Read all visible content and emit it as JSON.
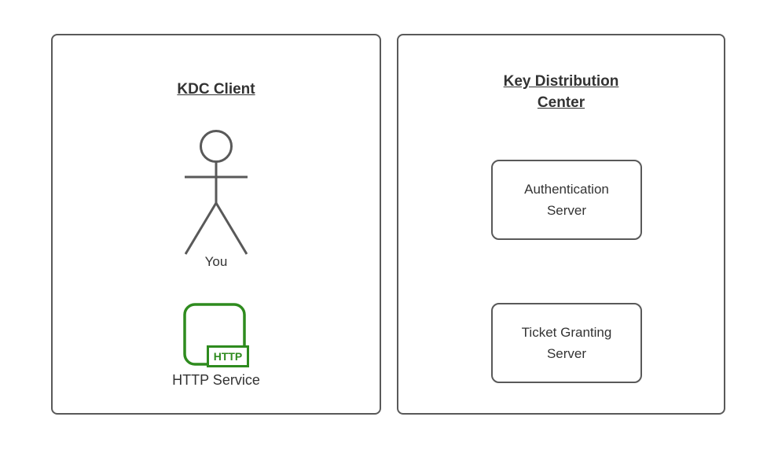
{
  "colors": {
    "panel_border": "#595959",
    "text": "#333333",
    "http_icon_green": "#2e8b1e",
    "background": "#ffffff"
  },
  "client_panel": {
    "title": "KDC Client",
    "actor_icon": "stick-figure-actor-icon",
    "actor_label": "You",
    "http_icon": "http-service-icon",
    "http_badge": "HTTP",
    "http_service_label": "HTTP Service"
  },
  "kdc_panel": {
    "title": "Key Distribution Center",
    "servers": [
      {
        "label": "Authentication Server"
      },
      {
        "label": "Ticket Granting Server"
      }
    ]
  }
}
